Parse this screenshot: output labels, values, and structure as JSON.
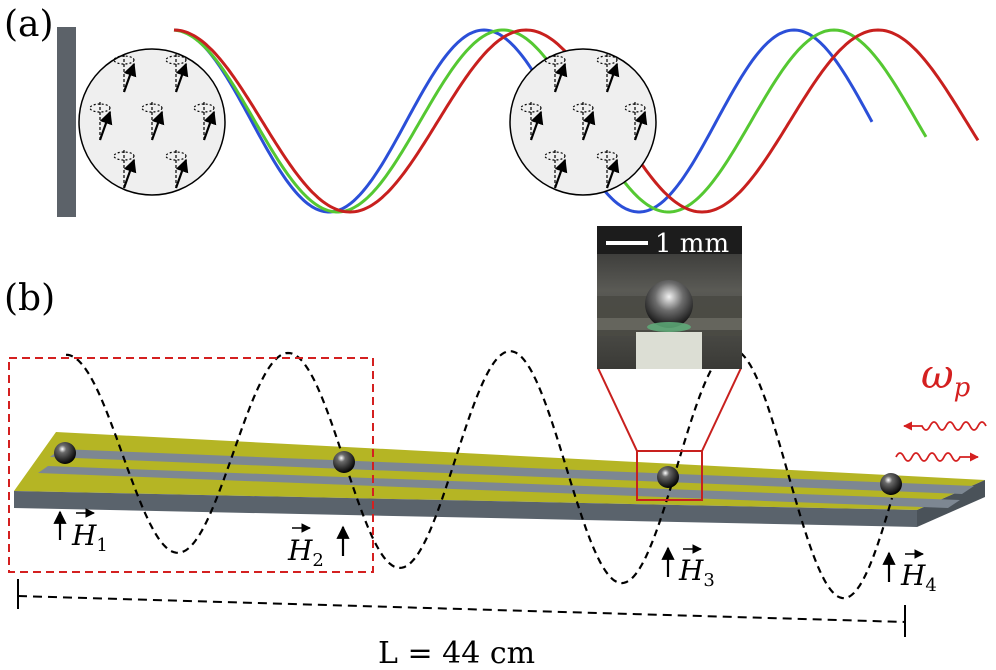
{
  "panels": {
    "a": {
      "label": "(a)"
    },
    "b": {
      "label": "(b)"
    }
  },
  "waves_a": {
    "colors": {
      "blue": "#2b4fd8",
      "green": "#55c832",
      "red": "#c8201e"
    }
  },
  "inset": {
    "scale_label": "1 mm"
  },
  "pump": {
    "symbol": "ω",
    "subscript": "p",
    "color": "#d42020"
  },
  "fields": [
    {
      "symbol": "H",
      "subscript": "1"
    },
    {
      "symbol": "H",
      "subscript": "2"
    },
    {
      "symbol": "H",
      "subscript": "3"
    },
    {
      "symbol": "H",
      "subscript": "4"
    }
  ],
  "length": {
    "label": "L = 44 cm"
  },
  "colors": {
    "waveguide_top": "#b5b524",
    "waveguide_side": "#8f8f1c",
    "strip": "#7d8792",
    "base": "#5a636c",
    "highlight_box": "#d42020",
    "mirror": "#5c6269"
  }
}
